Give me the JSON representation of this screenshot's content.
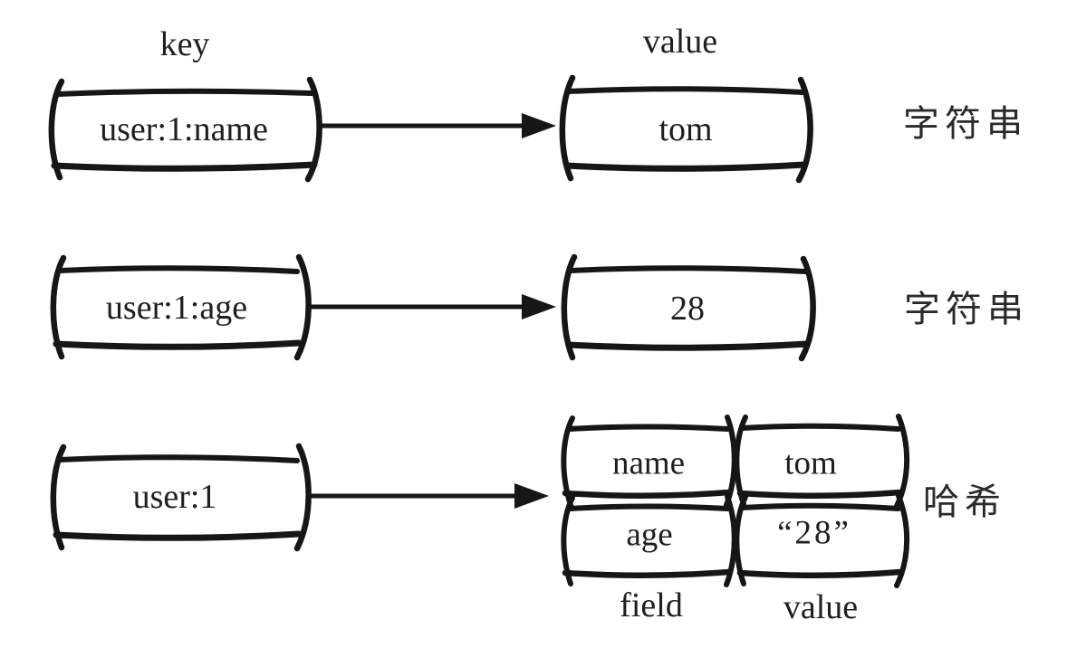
{
  "headers": {
    "key": "key",
    "value": "value"
  },
  "rows": [
    {
      "key": "user:1:name",
      "value": "tom",
      "type": "字符串"
    },
    {
      "key": "user:1:age",
      "value": "28",
      "type": "字符串"
    },
    {
      "key": "user:1",
      "type": "哈希"
    }
  ],
  "hash_table": {
    "rows": [
      {
        "field": "name",
        "value": "tom"
      },
      {
        "field": "age",
        "value": "“28”"
      }
    ],
    "column_labels": {
      "field": "field",
      "value": "value"
    }
  },
  "colors": {
    "ink": "#161616",
    "background": "#ffffff"
  }
}
